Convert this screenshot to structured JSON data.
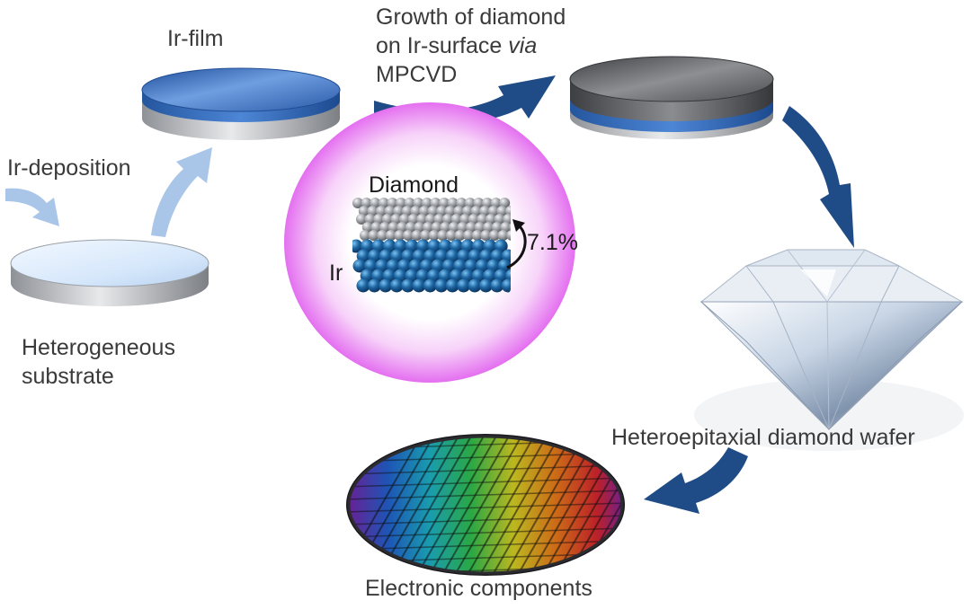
{
  "labels": {
    "ir_deposition": "Ir-deposition",
    "ir_film": "Ir-film",
    "growth_line1": "Growth of diamond",
    "growth_line2_prefix": "on Ir-surface ",
    "growth_line2_italic": "via",
    "growth_line3": "MPCVD",
    "substrate_line1": "Heterogeneous",
    "substrate_line2": "substrate",
    "wafer": "Heteroepitaxial diamond wafer",
    "components": "Electronic components"
  },
  "inset": {
    "diamond_label": "Diamond",
    "ir_label": "Ir",
    "mismatch": "7.1%"
  },
  "colors": {
    "arrow_dark": "#1f4c86",
    "arrow_light": "#a9c6e8",
    "ir_blue": "#3f73c4",
    "diamond_gray": "#5b5d61",
    "glow_pink": "#e76ff0",
    "atom_blue": "#1c5f97",
    "atom_gray": "#9a9ca0"
  }
}
